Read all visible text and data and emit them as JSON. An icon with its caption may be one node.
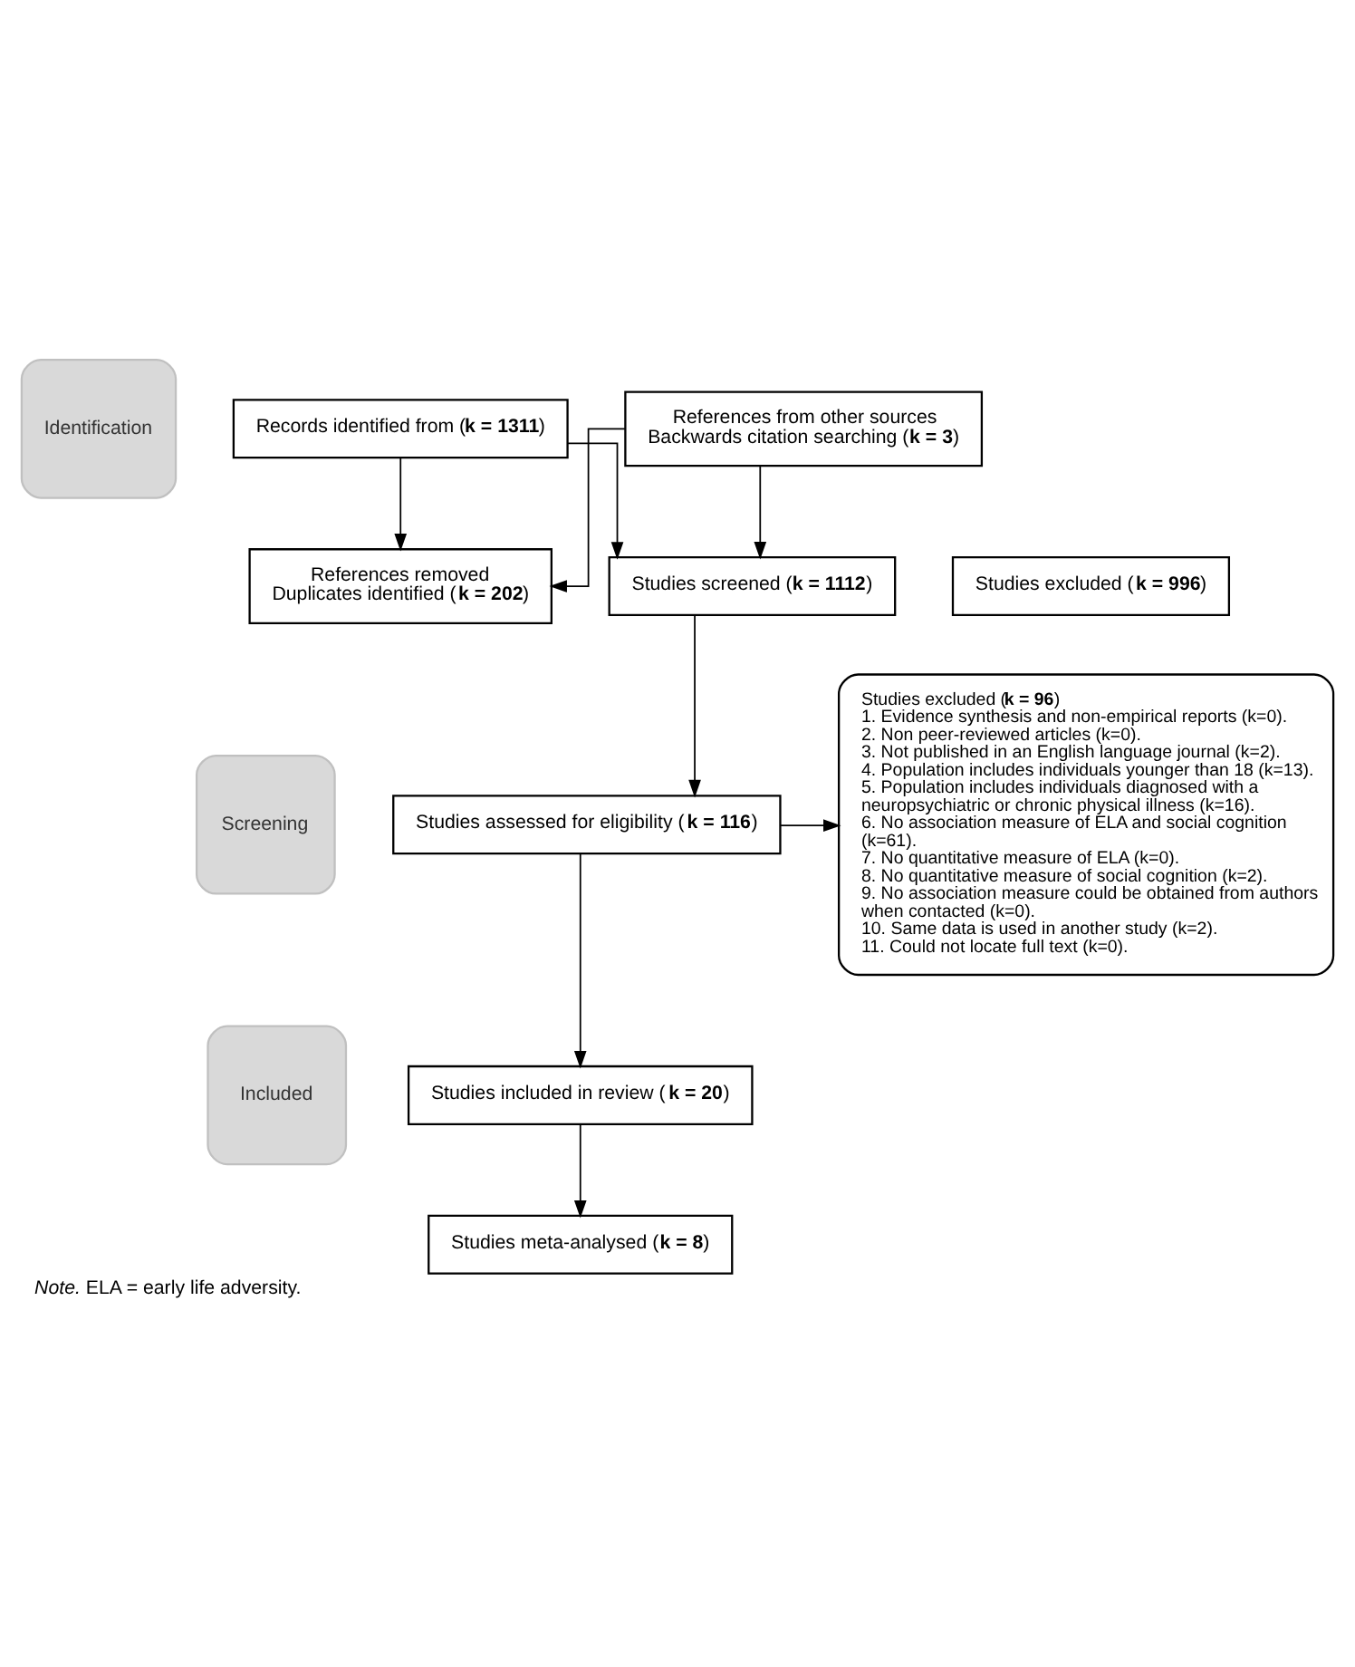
{
  "diagram": {
    "caption": "*Note.* ELA = early life adversity.",
    "nodes": [
      {
        "text": [
          "Identification"
        ]
      },
      {
        "text": [
          "Screening"
        ]
      },
      {
        "text": [
          "Included"
        ]
      },
      {
        "text": [
          "Records identified from (**k = 1311**)"
        ]
      },
      {
        "text": [
          "References from other sources",
          "Backwards citation searching (**k = 3**)"
        ]
      },
      {
        "text": [
          "References removed",
          "Duplicates identified (**k = 202**)"
        ]
      },
      {
        "text": [
          "Studies screened (**k = 1112**)"
        ]
      },
      {
        "text": [
          "Studies excluded (**k = 996**)"
        ]
      },
      {
        "text": [
          "Studies assessed for eligibility (**k = 116**)"
        ]
      },
      {
        "text": [
          "Studies excluded (**k = 96**)",
          "1. Evidence synthesis and non-empirical reports (k=0).",
          "2. Non peer-reviewed articles (k=0).",
          "3. Not published in an English language journal (k=2).",
          "4. Population includes individuals younger than 18 (k=13).",
          "5. Population includes individuals diagnosed with a neuropsychiatric or chronic physical illness (k=16).",
          "6. No association measure of ELA and social cognition (k=61).",
          "7. No quantitative measure of ELA (k=0).",
          "8. No quantitative measure of social cognition (k=2).",
          "9. No association measure could be obtained from authors when contacted (k=0).",
          "10. Same data is used in another study (k=2).",
          "11. Could not locate full text (k=0)."
        ]
      },
      {
        "text": [
          "Studies included in review (**k = 20**)"
        ]
      },
      {
        "text": [
          "Studies meta-analysed (**k = 8**)"
        ]
      }
    ],
    "edges": [
      {
        "from": 3,
        "to": 6,
        "arrow": "to"
      },
      {
        "from": 4,
        "to": 6,
        "arrow": "to"
      },
      {
        "from": 3,
        "to": 5,
        "arrow": "to"
      },
      {
        "from": 4,
        "to": 5,
        "arrow": "to"
      },
      {
        "from": 6,
        "to": 8,
        "arrow": "to"
      },
      {
        "from": 8,
        "to": 9,
        "arrow": "to"
      },
      {
        "from": 8,
        "to": 10,
        "arrow": "to"
      },
      {
        "from": 10,
        "to": 11,
        "arrow": "to"
      }
    ]
  }
}
